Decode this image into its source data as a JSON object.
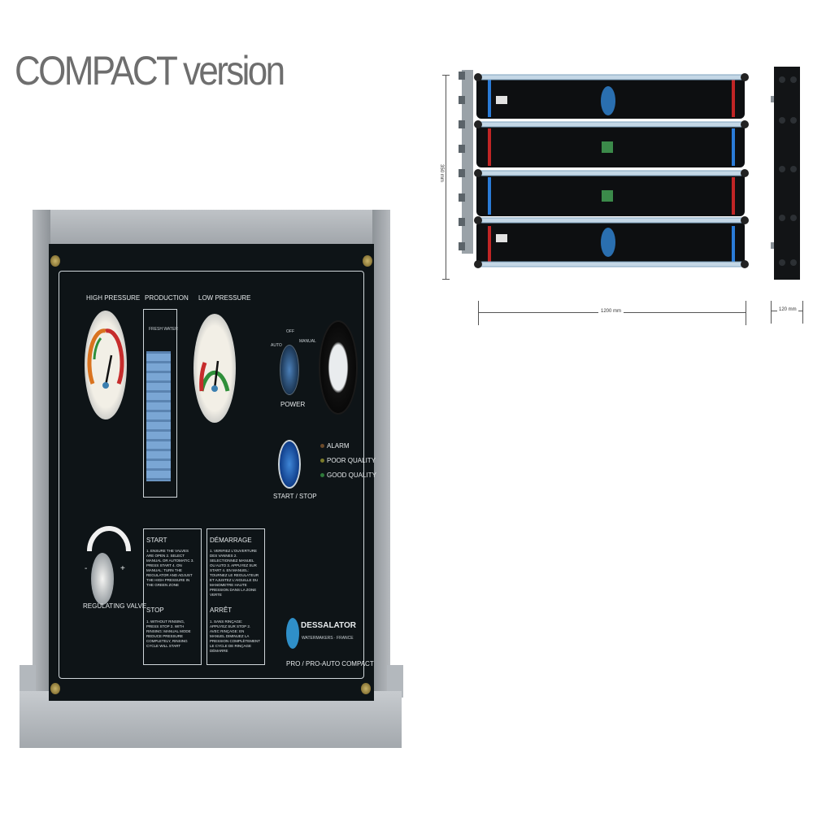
{
  "heading": "COMPACT version",
  "panel": {
    "high_pressure": "HIGH PRESSURE",
    "production": "PRODUCTION",
    "low_pressure": "LOW PRESSURE",
    "fresh_water": "FRESH WATER",
    "auto": "AUTO",
    "off": "OFF",
    "manual": "MANUAL",
    "power": "POWER",
    "alarm": "ALARM",
    "poor_quality": "POOR QUALITY",
    "good_quality": "GOOD QUALITY",
    "start_stop": "START / STOP",
    "regulating_valve": "REGULATING VALVE",
    "minus": "-",
    "plus": "+",
    "start_title": "START",
    "start_text": "1. ENSURE THE VALVES ARE OPEN  2. SELECT MANUAL OR AUTOMATIC  3. PRESS START  4. ON MANUAL: TURN THE REGULATOR AND ADJUST THE HIGH PRESSURE IN THE GREEN ZONE",
    "stop_title": "STOP",
    "stop_text": "1. WITHOUT RINSING, PRESS STOP  2. WITH RINSING: MANUAL MODE REDUCE PRESSURE COMPLETELY, RINSING CYCLE WILL START",
    "demarrage_title": "DÉMARRAGE",
    "demarrage_text": "1. VERIFIEZ L'OUVERTURE DES VANNES  2. SELECTIONNEZ MANUEL OU AUTO  3. APPUYEZ SUR START  4. EN MANUEL: TOURNEZ LE REGULATEUR ET AJUSTEZ L'AIGUILLE DU MANOMETRE HAUTE PRESSION DANS LA ZONE VERTE",
    "arret_title": "ARRÊT",
    "arret_text": "1. SANS RINÇAGE: APPUYEZ SUR STOP  2. AVEC RINÇAGE: EN MANUEL DIMINUEZ LA PRESSION COMPLÈTEMENT LE CYCLE DE RINÇAGE DÉMARRE",
    "brand": "DESSALATOR",
    "brand_sub": "WATERMAKERS · FRANCE",
    "model": "PRO / PRO-AUTO COMPACT"
  },
  "dimensions": {
    "height": "350 mm",
    "length": "1200 mm",
    "depth": "120 mm"
  },
  "colors": {
    "panel": "#0e1417",
    "frame": "#a9aeb3",
    "brand_blue": "#2f8fc8"
  }
}
